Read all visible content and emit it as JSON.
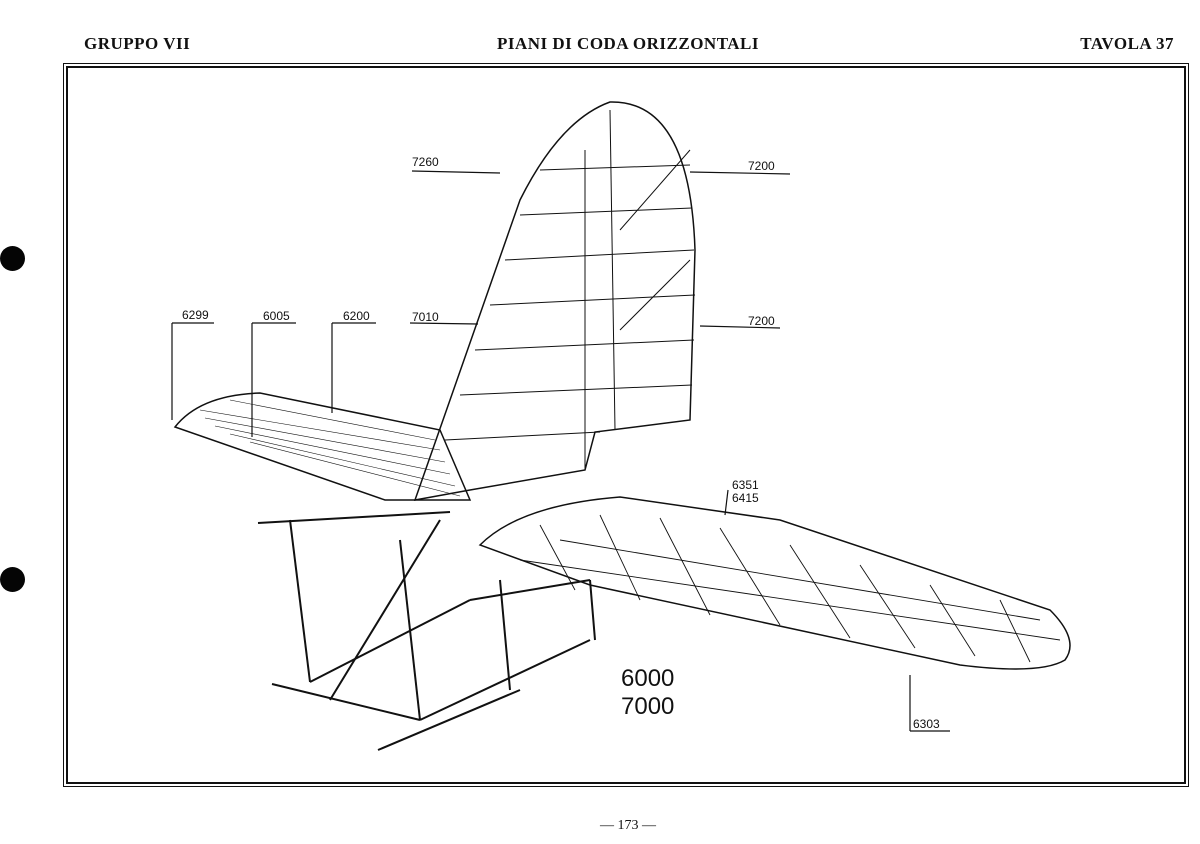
{
  "header": {
    "group": "GRUPPO VII",
    "title": "PIANI DI CODA ORIZZONTALI",
    "plate": "TAVOLA 37"
  },
  "callouts": {
    "c7260": "7260",
    "c7200_top": "7200",
    "c6299": "6299",
    "c6005": "6005",
    "c6200": "6200",
    "c7010": "7010",
    "c7200_mid": "7200",
    "c6351": "6351",
    "c6415": "6415",
    "c6303": "6303"
  },
  "assembly": {
    "line1": "6000",
    "line2": "7000"
  },
  "footer": {
    "page": "— 173 —"
  },
  "icons": [
    "binder-hole"
  ]
}
